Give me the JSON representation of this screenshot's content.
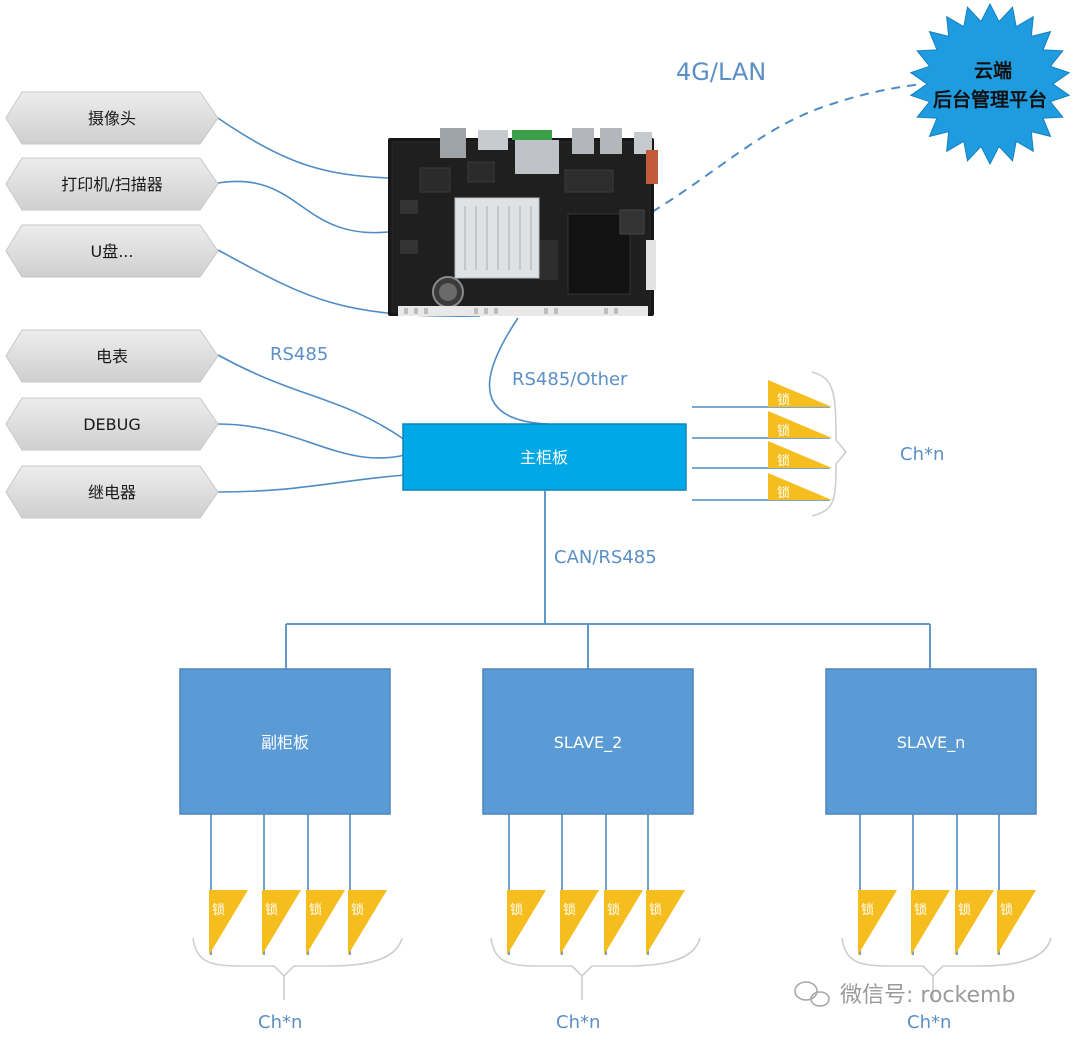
{
  "devices_top": [
    "摄像头",
    "打印机/扫描器",
    "U盘..."
  ],
  "devices_mid": [
    "电表",
    "DEBUG",
    "继电器"
  ],
  "cloud": {
    "line1": "云端",
    "line2": "后台管理平台"
  },
  "links": {
    "net": "4G/LAN",
    "rs485": "RS485",
    "rs485_other": "RS485/Other",
    "can_rs485": "CAN/RS485"
  },
  "main_board": "主柜板",
  "lock_label": "锁",
  "channel_label": "Ch*n",
  "slaves": [
    "副柜板",
    "SLAVE_2",
    "SLAVE_n"
  ],
  "watermark": "微信号: rockemb",
  "colors": {
    "main_board_fill": "#00a8e8",
    "slave_fill": "#5b9bd5",
    "lock_fill": "#f5be1e",
    "device_fill": "#d9d9d9",
    "cloud_fill": "#1f9be0",
    "line": "#4f8cc4"
  }
}
